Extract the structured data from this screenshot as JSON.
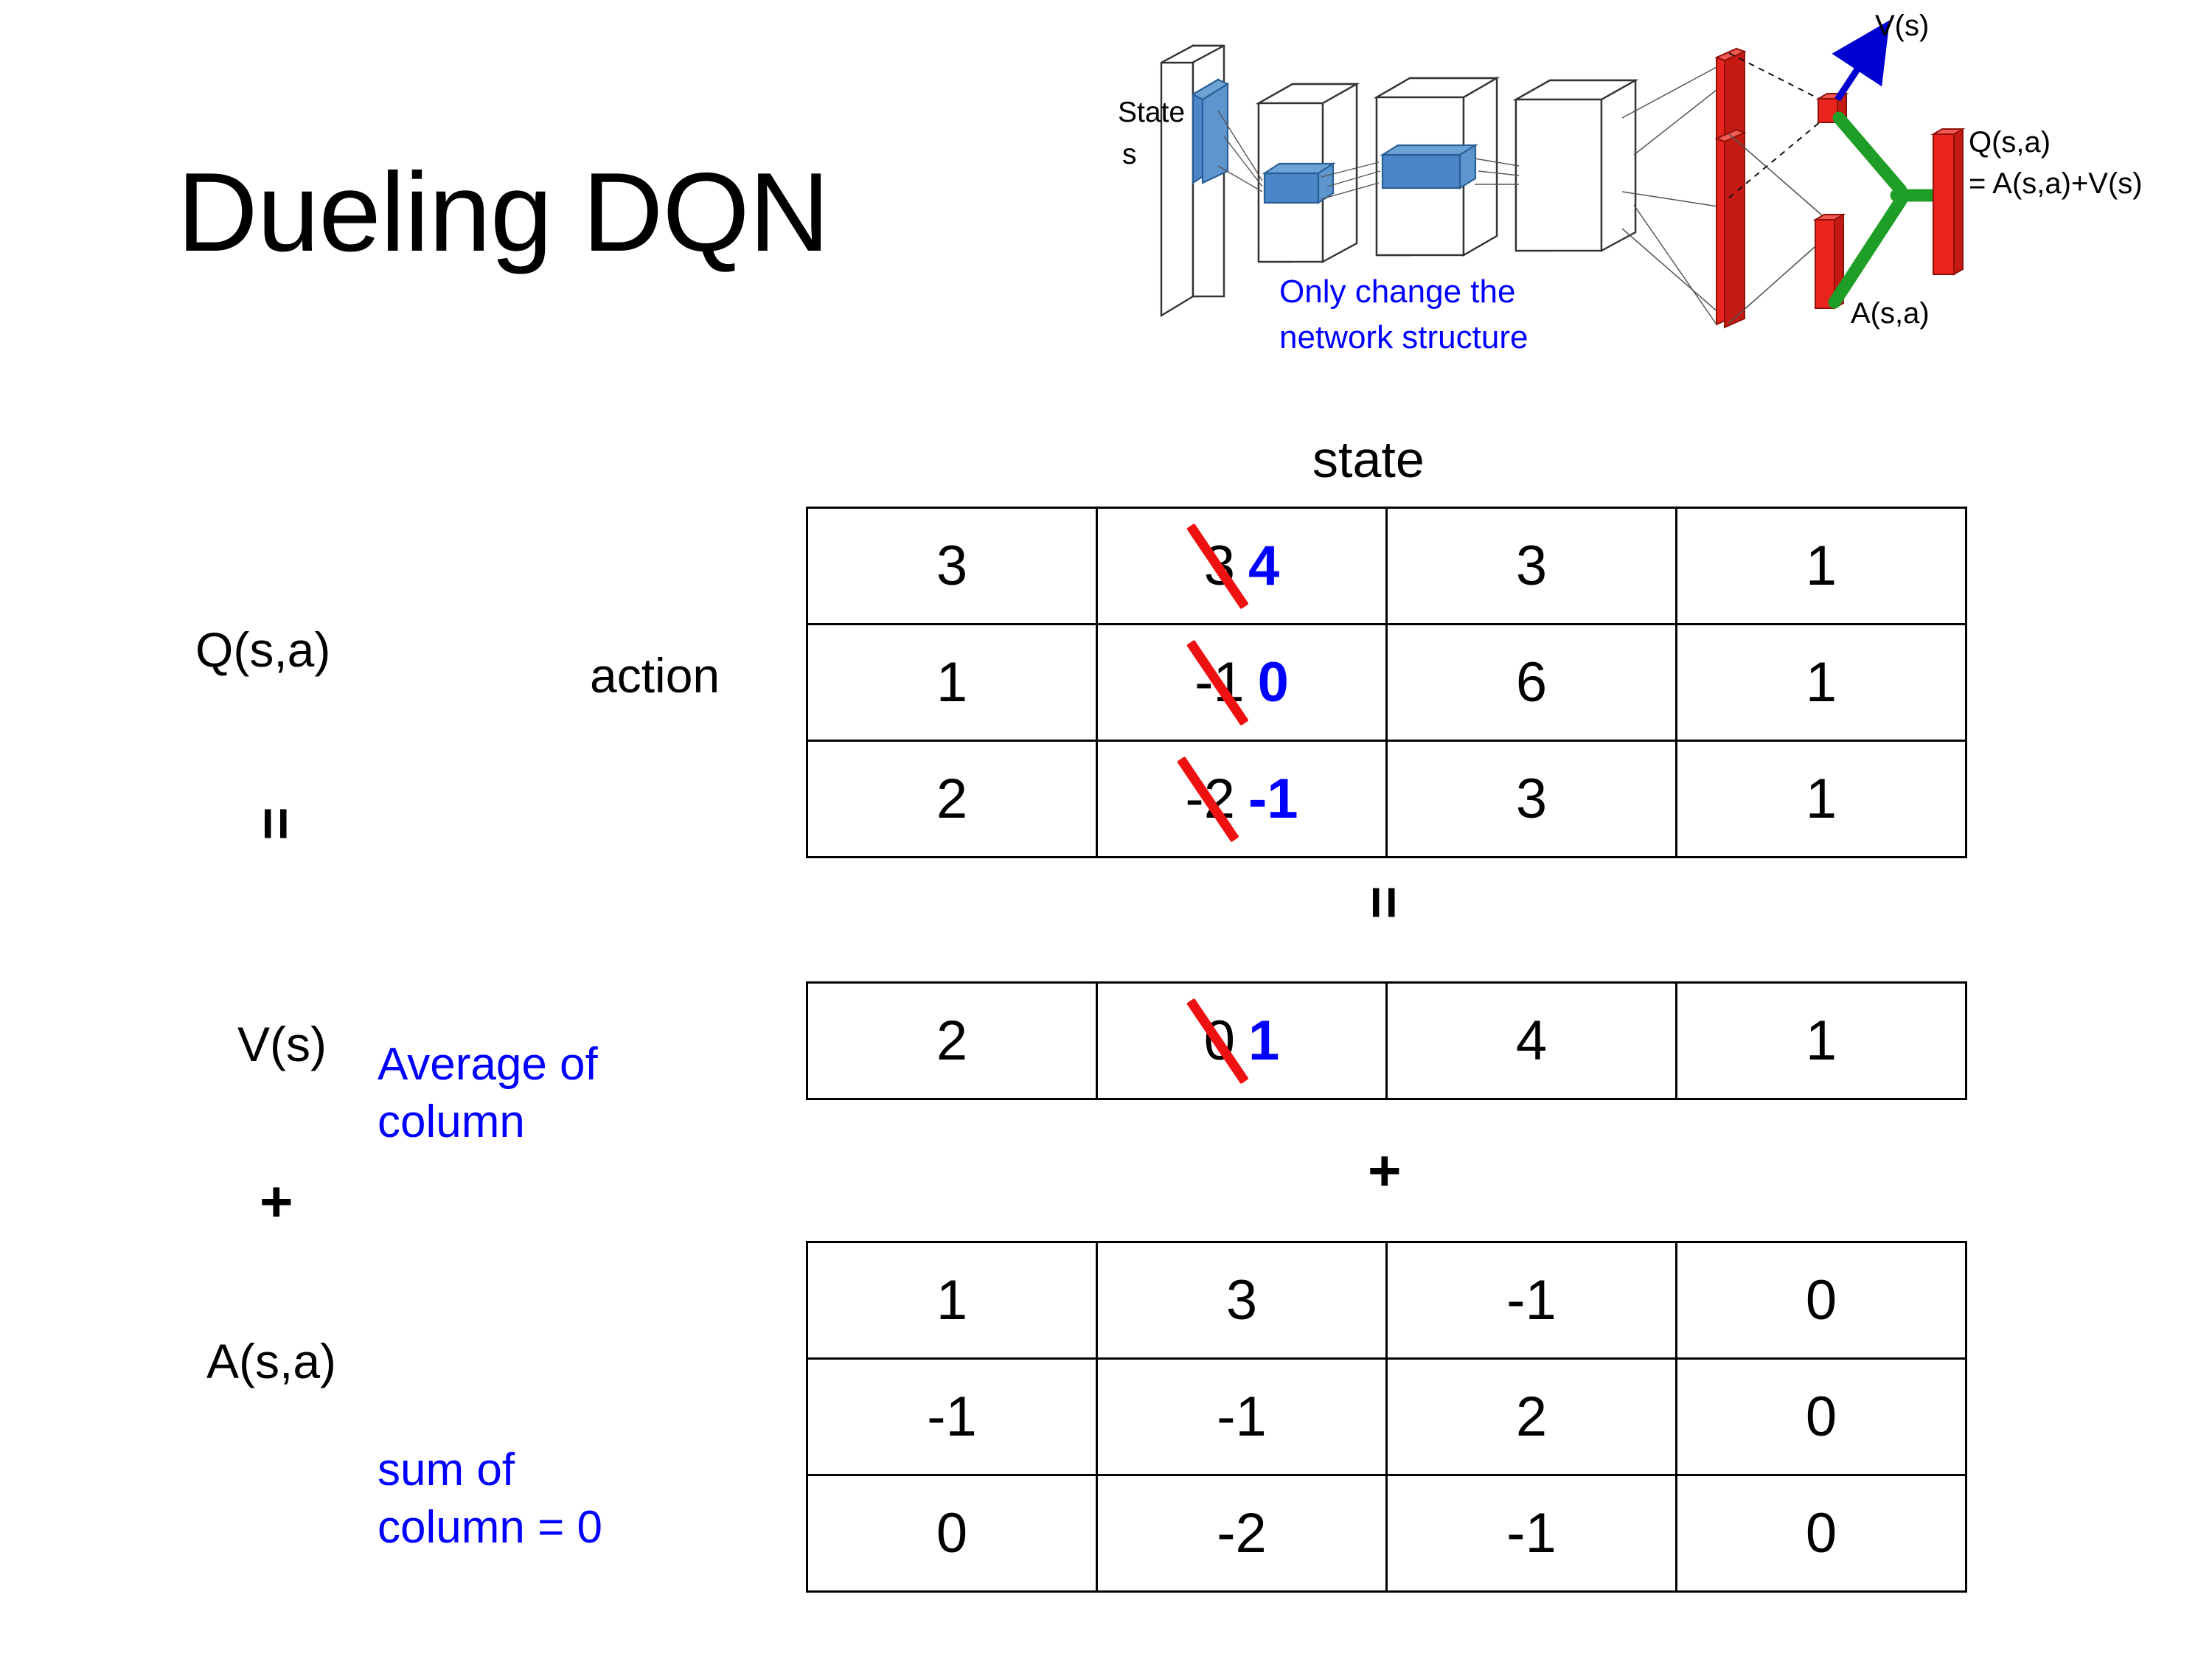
{
  "slide": {
    "title": "Dueling DQN"
  },
  "diagram": {
    "state_label_line1": "State",
    "state_label_line2": "s",
    "note_line1": "Only change the",
    "note_line2": "network structure",
    "v_label": "V(s)",
    "a_label": "A(s,a)",
    "q_label_line1": "Q(s,a)",
    "q_label_line2": "= A(s,a)+V(s)",
    "colors": {
      "filter_blue": "#4a86c8",
      "stream_red": "#e8241c",
      "combine_green": "#1e9e26",
      "arrow_blue": "#0000d0",
      "note_blue": "#0000ff"
    }
  },
  "axes": {
    "state": "state",
    "action": "action"
  },
  "operators": {
    "equals_q_to_v": "=",
    "equals_mid": "=",
    "plus_left": "+",
    "plus_mid": "+"
  },
  "labels": {
    "q": "Q(s,a)",
    "v": "V(s)",
    "a": "A(s,a)",
    "avg_note_line1": "Average of",
    "avg_note_line2": "column",
    "sum_note_line1": "sum of",
    "sum_note_line2": "column = 0",
    "note_color": "#0000ff"
  },
  "chart_data": {
    "type": "table",
    "title": "Dueling DQN: Q(s,a) = V(s) + A(s,a)",
    "xlabel": "state",
    "ylabel": "action",
    "tables": [
      {
        "name": "Q(s,a)",
        "rows": 3,
        "cols": 4,
        "values": [
          [
            "3",
            "3",
            "3",
            "1"
          ],
          [
            "1",
            "-1",
            "6",
            "1"
          ],
          [
            "2",
            "-2",
            "3",
            "1"
          ]
        ],
        "edits": {
          "column_index": 1,
          "struck_color": "#ee1111",
          "new_color": "#0000ff",
          "new_values": [
            "4",
            "0",
            "-1"
          ]
        }
      },
      {
        "name": "V(s)",
        "rows": 1,
        "cols": 4,
        "values": [
          [
            "2",
            "0",
            "4",
            "1"
          ]
        ],
        "edits": {
          "column_index": 1,
          "struck_color": "#ee1111",
          "new_color": "#0000ff",
          "new_values": [
            "1"
          ]
        }
      },
      {
        "name": "A(s,a)",
        "rows": 3,
        "cols": 4,
        "values": [
          [
            "1",
            "3",
            "-1",
            "0"
          ],
          [
            "-1",
            "-1",
            "2",
            "0"
          ],
          [
            "0",
            "-2",
            "-1",
            "0"
          ]
        ],
        "edits": null
      }
    ]
  }
}
